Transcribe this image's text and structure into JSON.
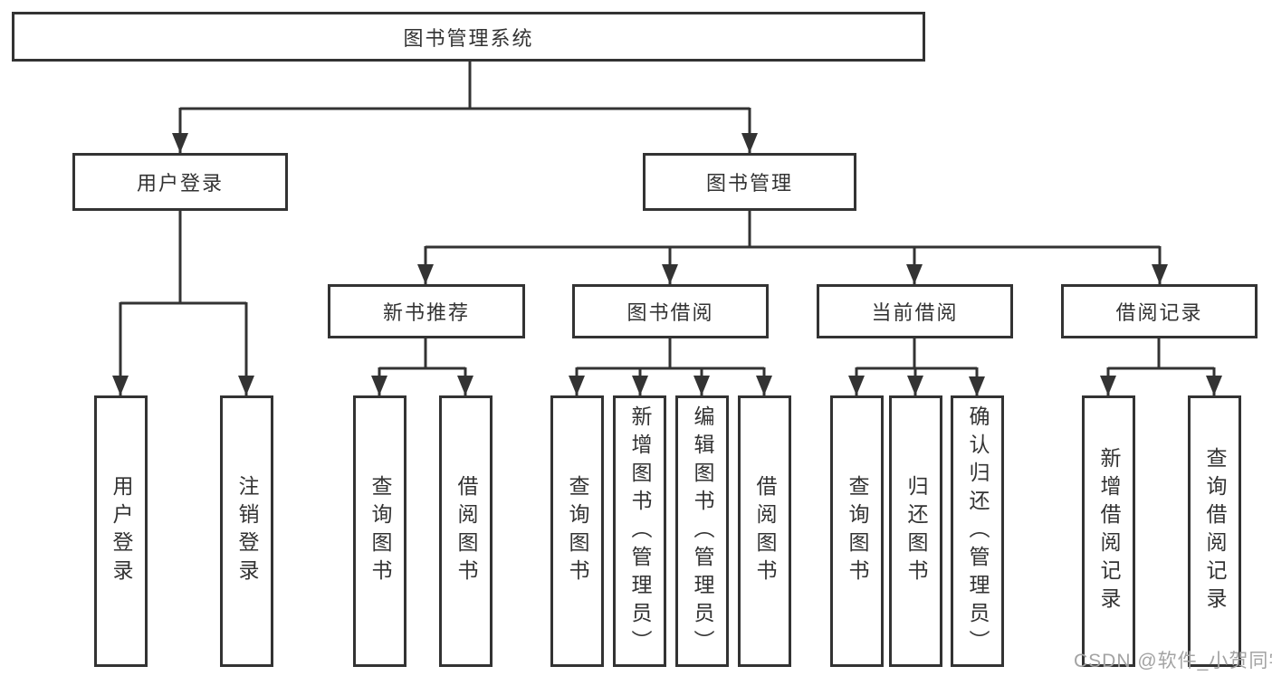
{
  "diagram": {
    "nodes": {
      "root": "图书管理系统",
      "user_login": "用户登录",
      "book_mgmt": "图书管理",
      "new_book_rec": "新书推荐",
      "book_borrow": "图书借阅",
      "current_borrow": "当前借阅",
      "borrow_records": "借阅记录",
      "leaf_user_login": "用户登录",
      "leaf_logout": "注销登录",
      "leaf_query_books_rec": "查询图书",
      "leaf_borrow_books_rec": "借阅图书",
      "leaf_query_books_borrow": "查询图书",
      "leaf_add_books": "新增图书（管理员）",
      "leaf_edit_books": "编辑图书（管理员）",
      "leaf_borrow_books": "借阅图书",
      "leaf_query_books_current": "查询图书",
      "leaf_return_books": "归还图书",
      "leaf_confirm_return": "确认归还（管理员）",
      "leaf_add_borrow_record": "新增借阅记录",
      "leaf_query_borrow_record": "查询借阅记录"
    },
    "colors": {
      "line": "#333333",
      "box_border": "#333333",
      "text": "#333333",
      "background": "#ffffff",
      "watermark": "#a3a3a3"
    }
  },
  "watermark": "CSDN @软件_小贺同学"
}
